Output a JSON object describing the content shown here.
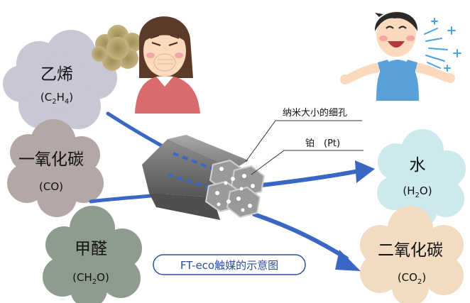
{
  "gases": {
    "ethylene": {
      "name": "乙烯",
      "formula_parts": [
        "(C",
        "2",
        "H",
        "4",
        ")"
      ]
    },
    "co": {
      "name": "一氧化碳",
      "formula": "(CO)"
    },
    "formaldehyde": {
      "name": "甲醛",
      "formula_parts": [
        "(CH",
        "2",
        "O)"
      ]
    },
    "water": {
      "name": "水",
      "formula_parts": [
        "(H",
        "2",
        "O)"
      ]
    },
    "co2": {
      "name": "二氧化碳",
      "formula_parts": [
        "(CO",
        "2",
        ")"
      ]
    }
  },
  "labels": {
    "nanopores": "纳米大小的细孔",
    "platinum": "铂　(Pt)"
  },
  "caption": "FT-eco触媒的示意图",
  "colors": {
    "ethylene_cloud": "#c9c7d4",
    "co_cloud": "#b3a8a6",
    "formaldehyde_cloud": "#8e9c8d",
    "water_cloud": "#cde9ec",
    "co2_cloud": "#f1dcc1",
    "arrow_blue": "#3a66c4",
    "caption_border": "#2b4f9e",
    "catalyst_gray": "#8a8a8a"
  },
  "icons": [
    "bad-smell-cloud",
    "woman-covering-nose",
    "happy-boy",
    "fresh-air-sparkles"
  ]
}
